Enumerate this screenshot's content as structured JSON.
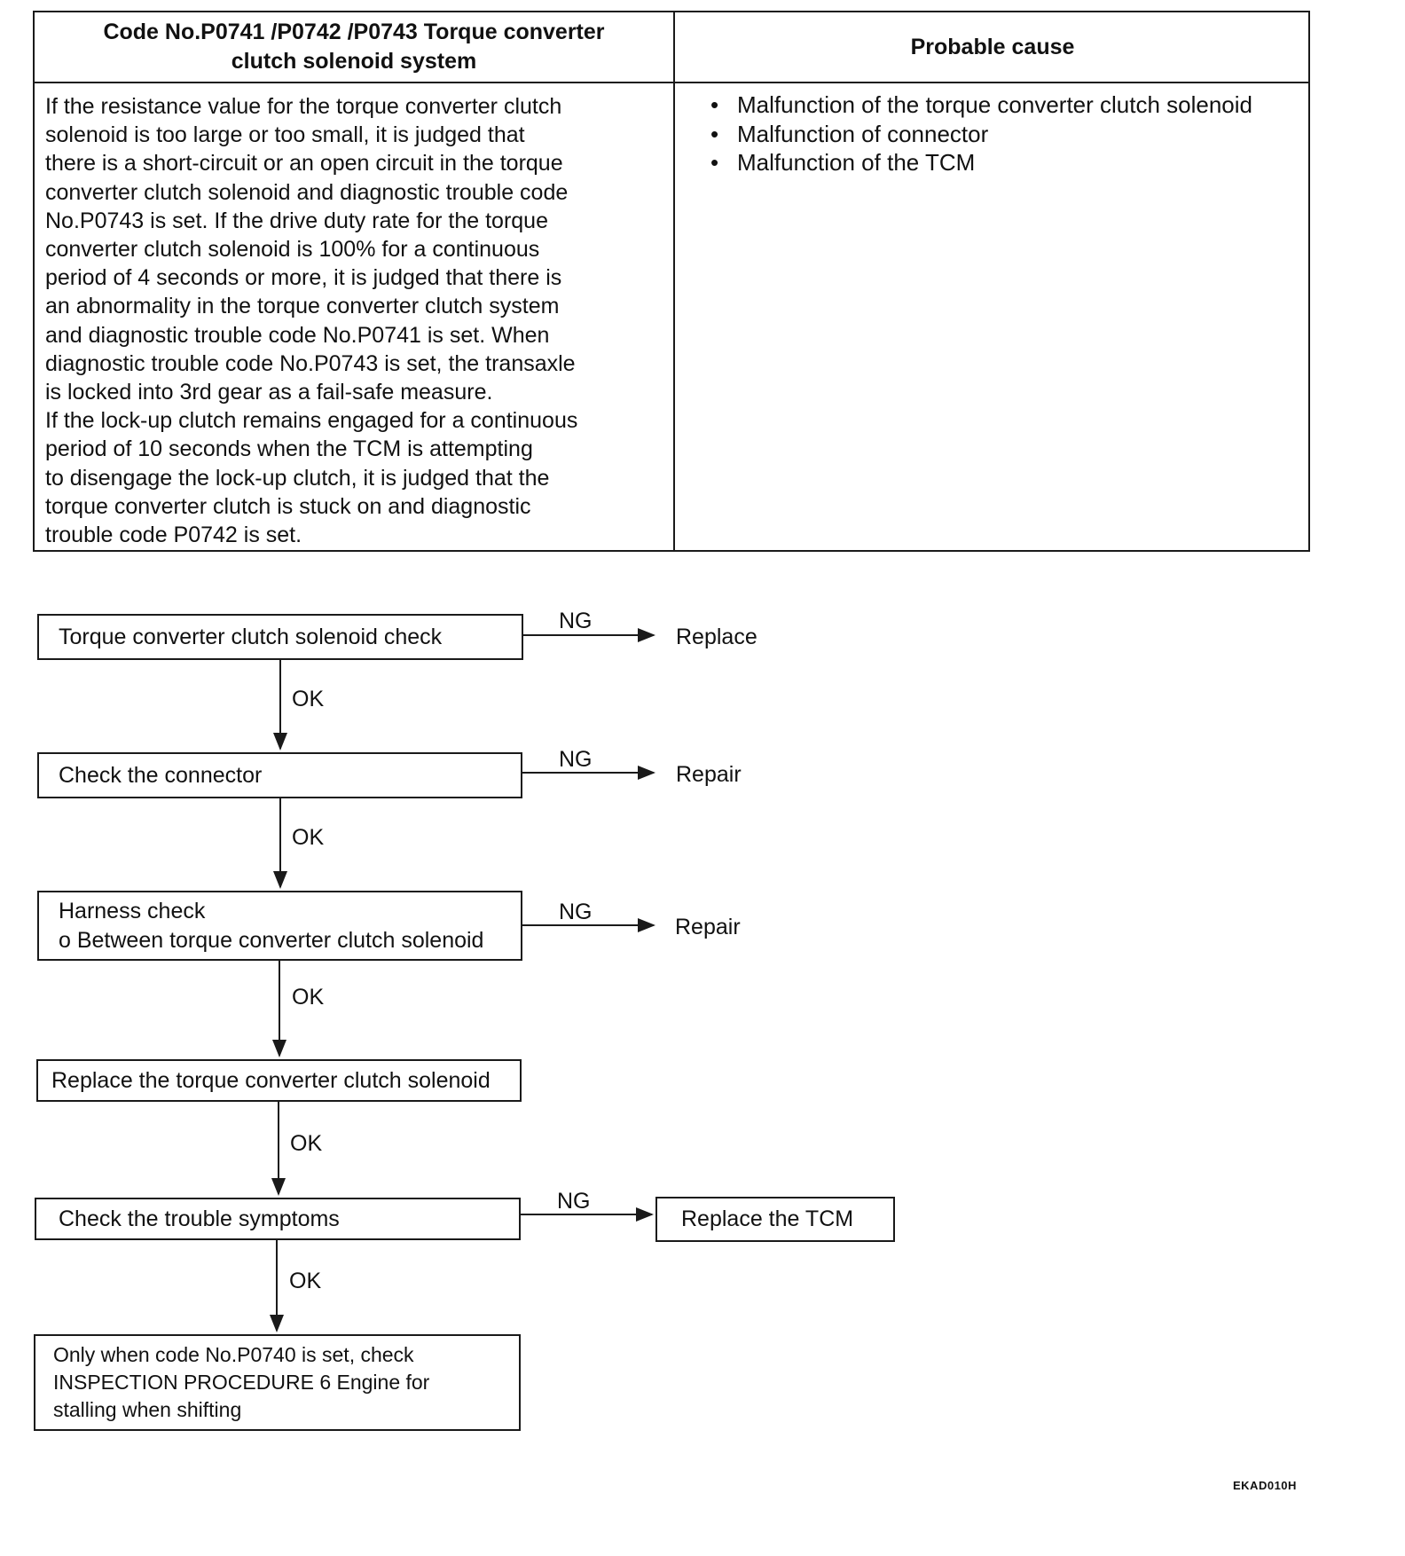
{
  "table": {
    "header_left": "Code No.P0741 /P0742 /P0743 Torque converter clutch solenoid system",
    "header_right": "Probable cause",
    "description": "If the resistance value for the torque converter clutch\nsolenoid is too large or too small, it is judged that\nthere is a short-circuit or an open circuit in the torque\nconverter clutch solenoid and diagnostic trouble code\nNo.P0743 is set.  If the drive duty rate for the torque\nconverter clutch solenoid is 100% for a continuous\nperiod of 4 seconds or more, it is judged that there is\nan abnormality in the torque converter clutch system\nand diagnostic trouble code No.P0741 is set.  When\ndiagnostic trouble code No.P0743 is set, the transaxle\nis locked into 3rd gear as a fail-safe measure.\nIf the lock-up clutch remains engaged for a continuous\nperiod of 10 seconds when the TCM is attempting\nto disengage the lock-up clutch, it is judged that the\ntorque converter clutch is stuck on and diagnostic\ntrouble code P0742 is set.",
    "causes": [
      "Malfunction of the torque converter clutch solenoid",
      "Malfunction of connector",
      "Malfunction of the TCM"
    ],
    "bullet": "•"
  },
  "flow": {
    "step1": "Torque converter clutch solenoid check",
    "step2": "Check the connector",
    "step3_line1": "Harness check",
    "step3_line2": "o Between torque converter clutch solenoid",
    "step4": "Replace the  torque converter clutch solenoid",
    "step5": "Check the trouble symptoms",
    "step6_line1": "Only when code No.P0740 is set, check",
    "step6_line2": "INSPECTION PROCEDURE 6 Engine for",
    "step6_line3": "stalling when shifting",
    "ng": "NG",
    "ok": "OK",
    "result1": "Replace",
    "result2": "Repair",
    "result3": "Repair",
    "result5": "Replace the TCM"
  },
  "figure_code": "EKAD010H"
}
